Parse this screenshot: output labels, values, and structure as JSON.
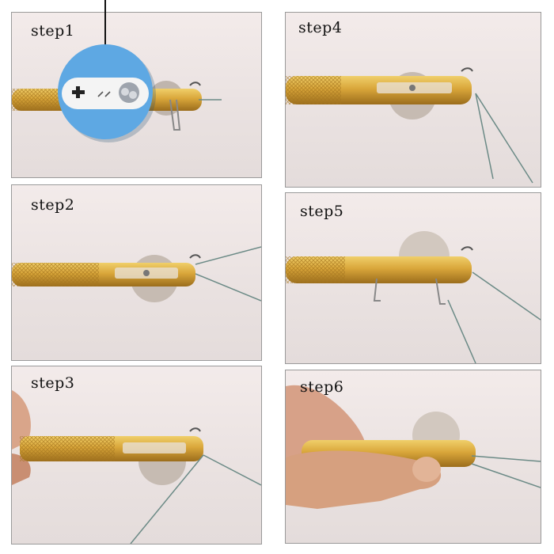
{
  "steps": [
    {
      "label": "step1"
    },
    {
      "label": "step2"
    },
    {
      "label": "step3"
    },
    {
      "label": "step4"
    },
    {
      "label": "step5"
    },
    {
      "label": "step6"
    }
  ],
  "icons": {
    "badge": "gamepad-icon"
  },
  "colors": {
    "tool_gold": "#d8a93a",
    "badge_blue": "#5ea8e3",
    "line": "#6b8a86"
  }
}
